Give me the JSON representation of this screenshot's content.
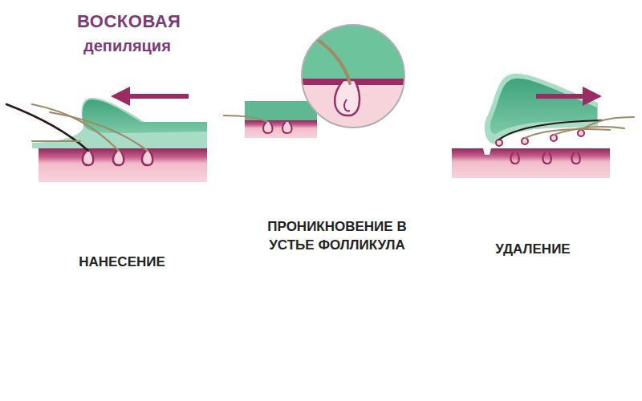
{
  "diagram": {
    "title": "ВОСКОВАЯ",
    "labels": [
      "депиляция",
      "НАНЕСЕНИЕ",
      "ПРОНИКНОВЕНИЕ В УСТЬЕ ФОЛЛИКУЛА",
      "УДАЛЕНИЕ"
    ]
  }
}
